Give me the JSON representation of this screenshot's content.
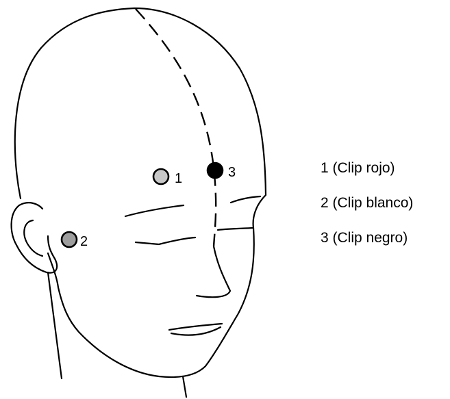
{
  "electrodes": [
    {
      "marker": "1",
      "color": "#c8c8c8"
    },
    {
      "marker": "2",
      "color": "#9e9e9e"
    },
    {
      "marker": "3",
      "color": "#000000"
    }
  ],
  "legend": [
    "1 (Clip rojo)",
    "2 (Clip blanco)",
    "3 (Clip negro)"
  ]
}
